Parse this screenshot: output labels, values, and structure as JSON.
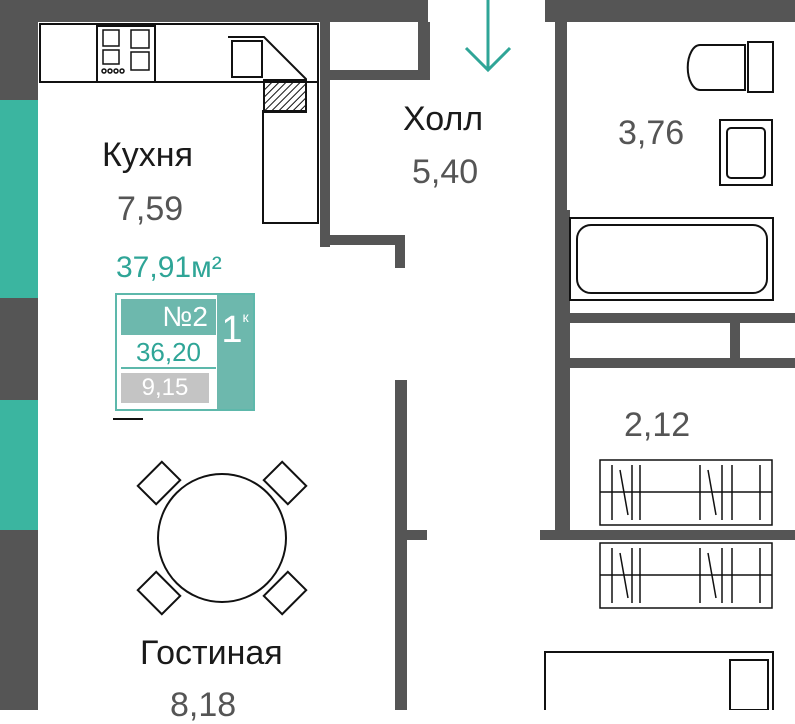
{
  "apartment": {
    "total_area": "37,91м²",
    "number": "№2",
    "rooms": "1",
    "rooms_suffix": "к",
    "area_without_balcony": "36,20",
    "living_area": "9,15"
  },
  "rooms": [
    {
      "name": "Кухня",
      "area": "7,59"
    },
    {
      "name": "Холл",
      "area": "5,40"
    },
    {
      "name": "",
      "area": "3,76"
    },
    {
      "name": "",
      "area": "2,12"
    },
    {
      "name": "Гостиная",
      "area": "8,18"
    }
  ],
  "colors": {
    "wall": "#555555",
    "accent": "#3bb5a0",
    "badge": "#6db8ad"
  }
}
